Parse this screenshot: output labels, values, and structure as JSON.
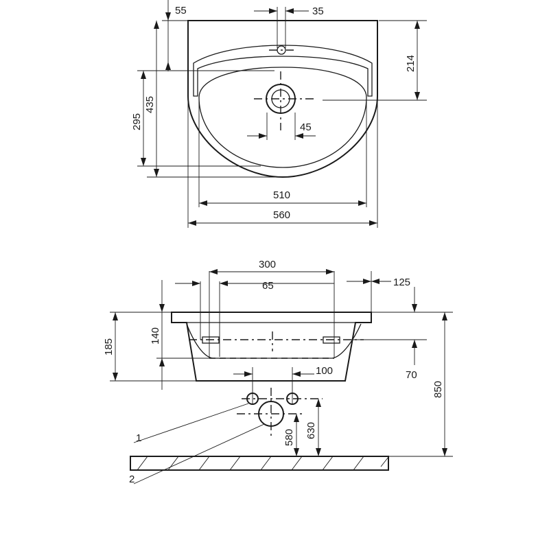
{
  "top_view": {
    "dims": {
      "d55": "55",
      "d35": "35",
      "d214": "214",
      "d435": "435",
      "d295": "295",
      "d45": "45",
      "d510": "510",
      "d560": "560"
    }
  },
  "side_view": {
    "dims": {
      "d300": "300",
      "d65": "65",
      "d125": "125",
      "d185": "185",
      "d140": "140",
      "d70": "70",
      "d850": "850",
      "d100": "100",
      "d580": "580",
      "d630": "630"
    },
    "callouts": {
      "c1": "1",
      "c2": "2"
    }
  }
}
